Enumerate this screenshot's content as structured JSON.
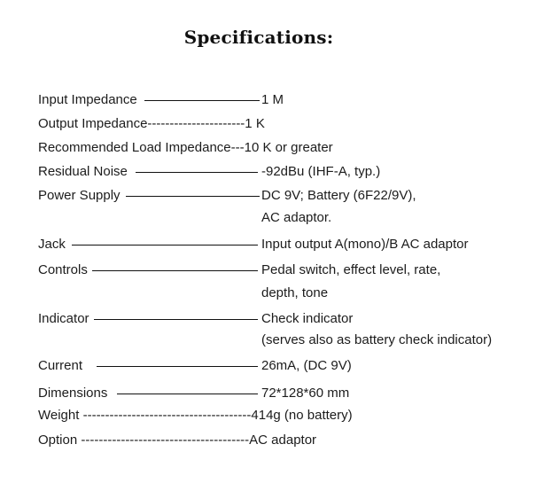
{
  "title": "Specifications:",
  "specs": {
    "input_impedance": {
      "label": "Input Impedance",
      "value": "1 M"
    },
    "output_impedance": {
      "text": "Output Impedance----------------------1 K"
    },
    "recommended_load": {
      "text": "Recommended Load Impedance---10 K or greater"
    },
    "residual_noise": {
      "label": "Residual Noise",
      "value": "-92dBu (IHF-A, typ.)"
    },
    "power_supply": {
      "label": "Power Supply",
      "value": "DC 9V; Battery (6F22/9V),",
      "value2": "AC adaptor."
    },
    "jack": {
      "label": "Jack",
      "value": "Input output A(mono)/B AC adaptor"
    },
    "controls": {
      "label": "Controls",
      "value": "Pedal switch, effect level, rate,",
      "value2": "depth, tone"
    },
    "indicator": {
      "label": "Indicator",
      "value": "Check indicator",
      "value2": "(serves also as battery check indicator)"
    },
    "current": {
      "label": "Current",
      "value": "26mA, (DC 9V)"
    },
    "dimensions": {
      "label": "Dimensions",
      "value": "72*128*60 mm"
    },
    "weight": {
      "text": "Weight --------------------------------------414g (no battery)"
    },
    "option": {
      "text": "Option --------------------------------------AC adaptor"
    }
  }
}
